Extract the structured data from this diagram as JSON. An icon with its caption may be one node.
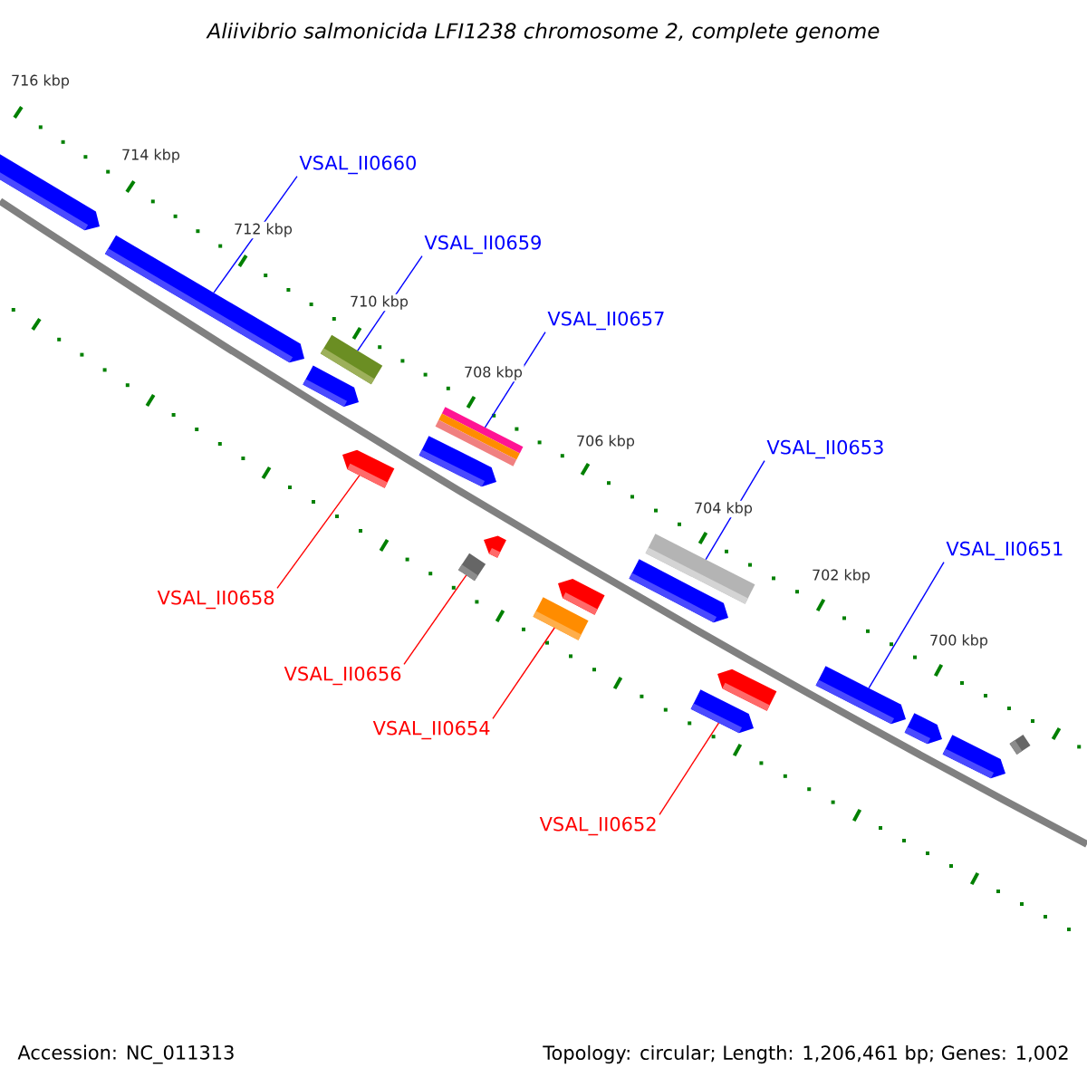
{
  "diagram": {
    "title": "Aliivibrio salmonicida LFI1238 chromosome 2, complete genome",
    "nodes": [
      {
        "text": [
          "VSAL_II0660"
        ]
      },
      {
        "text": [
          "VSAL_II0659"
        ]
      },
      {
        "text": [
          "VSAL_II0657"
        ]
      },
      {
        "text": [
          "VSAL_II0653"
        ]
      },
      {
        "text": [
          "VSAL_II0651"
        ]
      },
      {
        "text": [
          "VSAL_II0658"
        ]
      },
      {
        "text": [
          "VSAL_II0656"
        ]
      },
      {
        "text": [
          "VSAL_II0654"
        ]
      },
      {
        "text": [
          "VSAL_II0652"
        ]
      },
      {
        "text": [],
        "shape": "arrow"
      },
      {
        "text": [],
        "shape": "arrow"
      },
      {
        "text": [],
        "shape": "bar"
      },
      {
        "text": [],
        "shape": "arrow"
      },
      {
        "text": [],
        "shape": "bar"
      },
      {
        "text": [],
        "shape": "arrow"
      },
      {
        "text": [],
        "shape": "arrow"
      },
      {
        "text": [],
        "shape": "bar"
      },
      {
        "text": [],
        "shape": "arrow"
      },
      {
        "text": [],
        "shape": "bar"
      },
      {
        "text": [],
        "shape": "arrow"
      },
      {
        "text": [],
        "shape": "bar"
      },
      {
        "text": [],
        "shape": "arrow"
      },
      {
        "text": [],
        "shape": "arrow"
      },
      {
        "text": [],
        "shape": "arrow"
      },
      {
        "text": [],
        "shape": "arrow"
      },
      {
        "text": [],
        "shape": "arrow"
      },
      {
        "text": [],
        "shape": "arrow"
      },
      {
        "text": [],
        "shape": "bar"
      }
    ],
    "edges": [
      {
        "from": 0,
        "to": 10,
        "arrow": "none"
      },
      {
        "from": 1,
        "to": 11,
        "arrow": "none"
      },
      {
        "from": 2,
        "to": 13,
        "arrow": "none"
      },
      {
        "from": 3,
        "to": 20,
        "arrow": "none"
      },
      {
        "from": 4,
        "to": 24,
        "arrow": "none"
      },
      {
        "from": 5,
        "to": 15,
        "arrow": "none",
        "color": "#ff0000"
      },
      {
        "from": 6,
        "to": 16,
        "arrow": "none",
        "color": "#ff0000"
      },
      {
        "from": 7,
        "to": 18,
        "arrow": "none",
        "color": "#ff0000"
      },
      {
        "from": 8,
        "to": 22,
        "arrow": "none",
        "color": "#ff0000"
      }
    ],
    "labels": [
      "716 kbp",
      "714 kbp",
      "712 kbp",
      "710 kbp",
      "708 kbp",
      "706 kbp",
      "704 kbp",
      "702 kbp",
      "700 kbp",
      "Accession: NC_011313",
      "Topology: circular; Length: 1,206,461 bp; Genes: 1,002"
    ]
  }
}
